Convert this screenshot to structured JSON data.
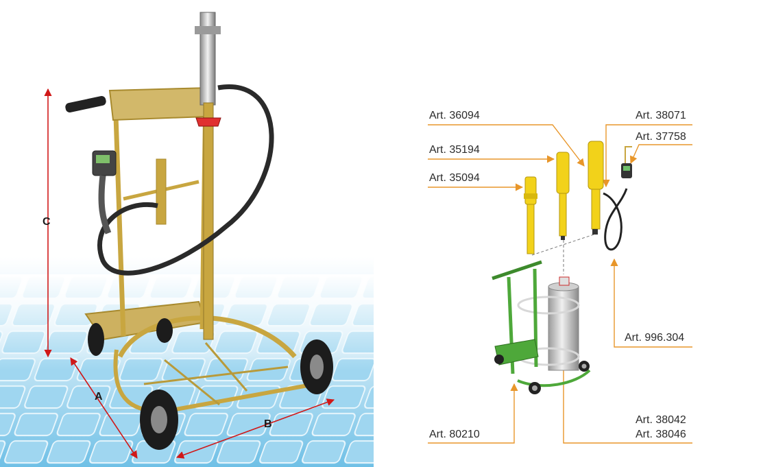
{
  "photo": {
    "dimension_labels": {
      "a": "A",
      "b": "B",
      "c": "C"
    }
  },
  "diagram": {
    "labels": {
      "art_36094": "Art. 36094",
      "art_35194": "Art. 35194",
      "art_35094": "Art. 35094",
      "art_38071": "Art. 38071",
      "art_37758": "Art. 37758",
      "art_996304": "Art. 996.304",
      "art_80210": "Art. 80210",
      "art_38042": "Art. 38042",
      "art_38046": "Art. 38046"
    }
  },
  "colors": {
    "leader_line": "#e8962a",
    "dimension_arrow": "#d01818",
    "floor_tile": "#8fd0ee",
    "trolley_green": "#4ea83a",
    "pump_yellow": "#f2d21a",
    "frame_brass": "#c8a640"
  }
}
